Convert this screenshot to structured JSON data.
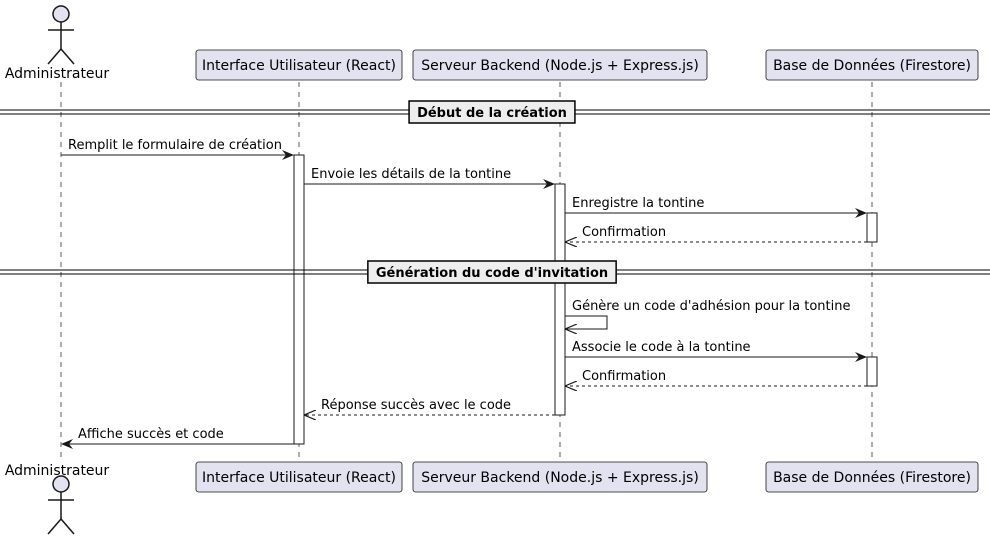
{
  "participants": [
    {
      "id": "admin",
      "label": "Administrateur",
      "kind": "actor"
    },
    {
      "id": "ui",
      "label": "Interface Utilisateur (React)",
      "kind": "box"
    },
    {
      "id": "server",
      "label": "Serveur Backend (Node.js + Express.js)",
      "kind": "box"
    },
    {
      "id": "db",
      "label": "Base de Données (Firestore)",
      "kind": "box"
    }
  ],
  "separators": [
    {
      "label": "Début de la création"
    },
    {
      "label": "Génération du code d'invitation"
    }
  ],
  "messages": [
    {
      "from": "admin",
      "to": "ui",
      "label": "Remplit le formulaire de création",
      "style": "solid"
    },
    {
      "from": "ui",
      "to": "server",
      "label": "Envoie les détails de la tontine",
      "style": "solid"
    },
    {
      "from": "server",
      "to": "db",
      "label": "Enregistre la tontine",
      "style": "solid"
    },
    {
      "from": "db",
      "to": "server",
      "label": "Confirmation",
      "style": "dashed"
    },
    {
      "from": "server",
      "to": "server",
      "label": "Génère un code d'adhésion pour la tontine",
      "style": "solid"
    },
    {
      "from": "server",
      "to": "db",
      "label": "Associe le code à la tontine",
      "style": "solid"
    },
    {
      "from": "db",
      "to": "server",
      "label": "Confirmation",
      "style": "dashed"
    },
    {
      "from": "server",
      "to": "ui",
      "label": "Réponse succès avec le code",
      "style": "dashed"
    },
    {
      "from": "ui",
      "to": "admin",
      "label": "Affiche succès et code",
      "style": "solid"
    }
  ],
  "colors": {
    "participant_fill": "#E2E2F0",
    "participant_stroke": "#181818",
    "lifeline": "#181818",
    "separator_fill": "#EEEEEE"
  }
}
